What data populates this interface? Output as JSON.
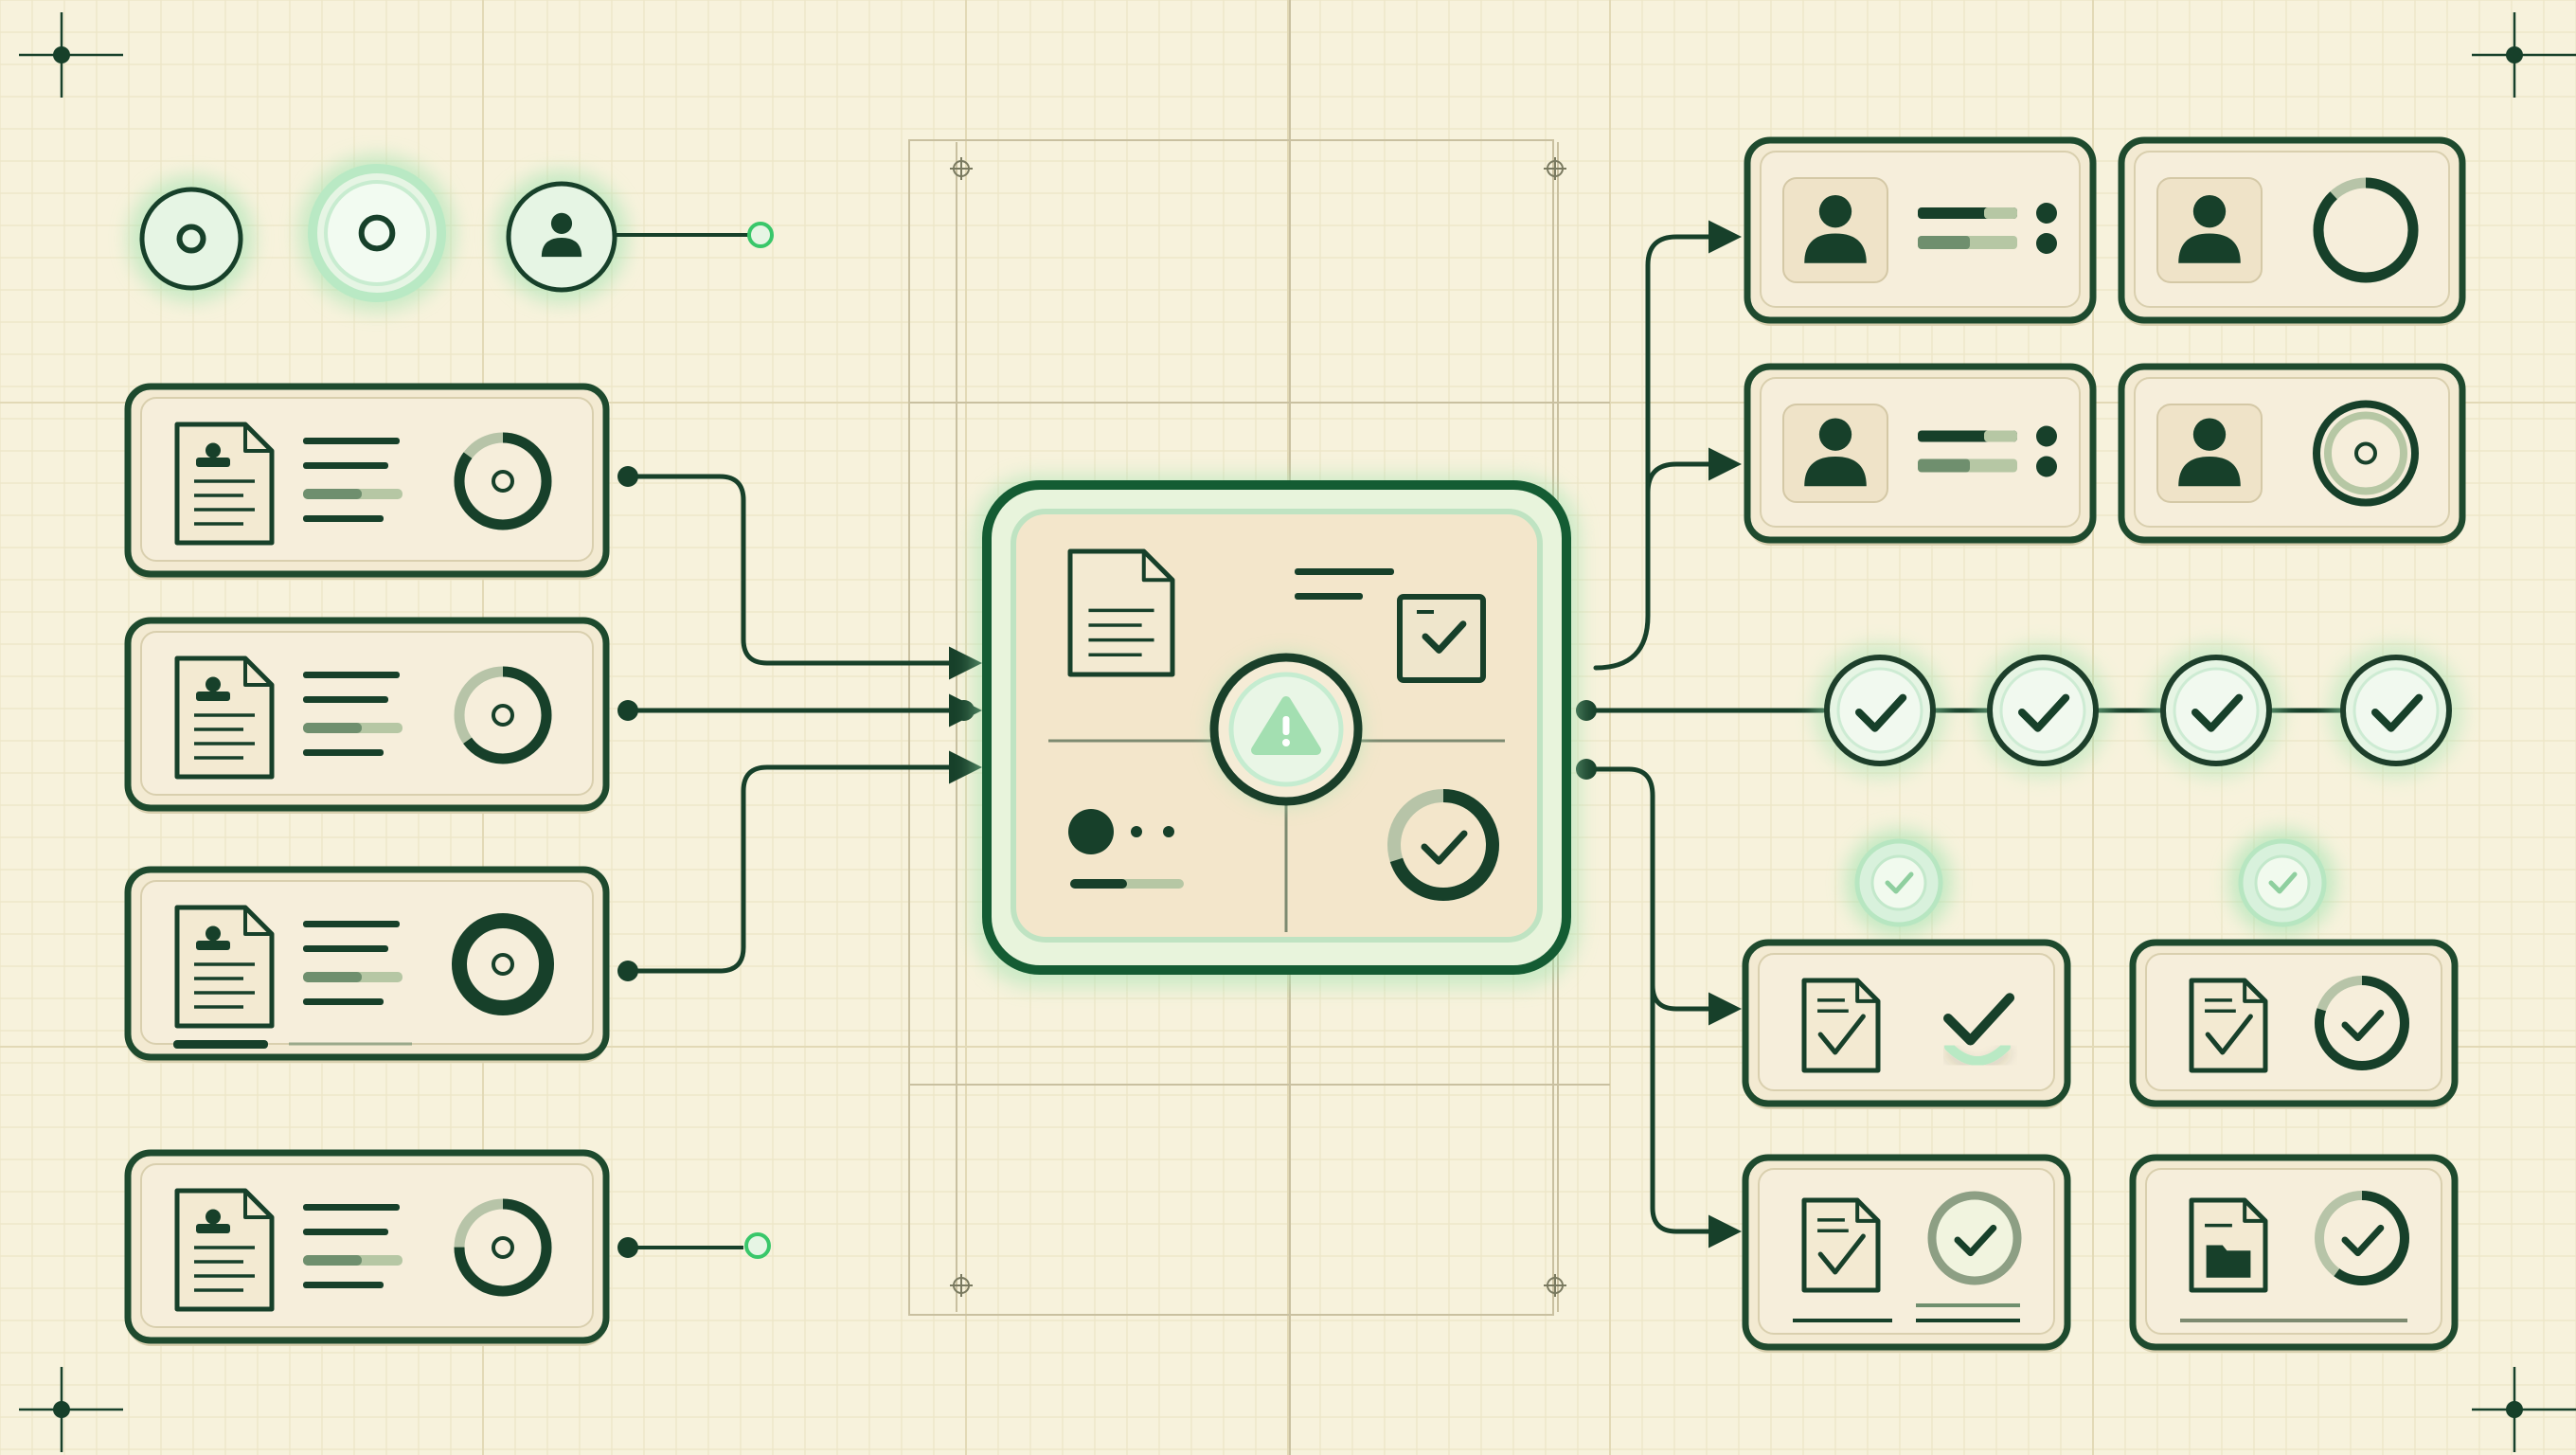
{
  "diagram": {
    "colors": {
      "background": "#f7f2dc",
      "grid_minor": "#ece5c6",
      "grid_major": "#e2d9b6",
      "card_fill": "#f3ead2",
      "card_stroke": "#1e4a2e",
      "ink": "#17402a",
      "ink_soft": "#6f8f6e",
      "accent": "#39c76a",
      "accent_pale": "#e6f5e4",
      "glow": "#9fe3b0"
    },
    "nodes": {
      "status_indicators": [
        {
          "icon": "target-dot-icon",
          "state": "idle"
        },
        {
          "icon": "target-dot-icon",
          "state": "active"
        },
        {
          "icon": "user-icon",
          "state": "connected"
        }
      ],
      "input_cards": [
        {
          "icon": "document-user-icon",
          "ring_progress": 0.85
        },
        {
          "icon": "document-home-icon",
          "ring_progress": 0.65
        },
        {
          "icon": "document-user-icon",
          "ring_progress": 1.0
        },
        {
          "icon": "document-user-icon",
          "ring_progress": 0.75
        }
      ],
      "hub": {
        "icon": "alert-icon",
        "check_progress": 0.7
      },
      "user_cards": [
        {
          "icon": "user-icon",
          "extra": "dots"
        },
        {
          "icon": "user-icon",
          "extra": "progress-ring",
          "ring_progress": 0.88
        },
        {
          "icon": "user-icon",
          "extra": "dots"
        },
        {
          "icon": "user-icon",
          "extra": "target-ring"
        }
      ],
      "approval_chain": [
        {
          "icon": "check-icon",
          "state": "done"
        },
        {
          "icon": "check-icon",
          "state": "done"
        },
        {
          "icon": "check-icon",
          "state": "done"
        },
        {
          "icon": "check-icon",
          "state": "done"
        }
      ],
      "floating_badges": [
        {
          "icon": "check-icon"
        },
        {
          "icon": "check-icon"
        }
      ],
      "result_cards": [
        {
          "icon": "document-check-icon",
          "mark": "check-large"
        },
        {
          "icon": "document-edit-icon",
          "mark": "check-ring",
          "ring_progress": 0.8
        },
        {
          "icon": "document-check-icon",
          "mark": "check-ring",
          "ring_progress": 1.0
        },
        {
          "icon": "document-folder-icon",
          "mark": "check-ring",
          "ring_progress": 0.6
        }
      ]
    }
  }
}
